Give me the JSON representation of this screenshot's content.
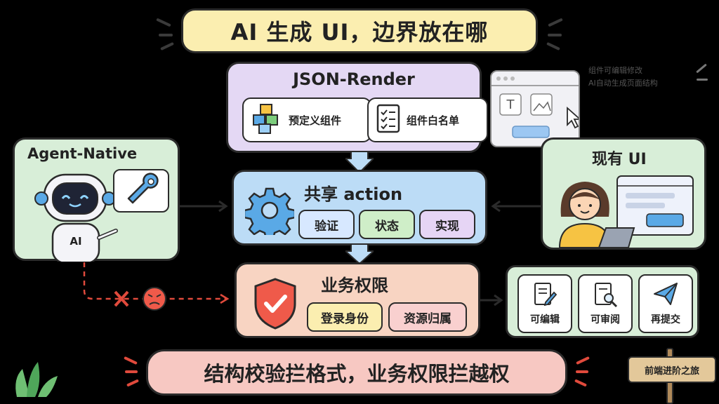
{
  "title": "AI 生成 UI，边界放在哪",
  "json_render": {
    "title": "JSON-Render",
    "chips": [
      "预定义组件",
      "组件白名单"
    ],
    "note_lines": [
      "组件可编辑修改",
      "AI自动生成页面结构"
    ]
  },
  "agent_native": {
    "title": "Agent-Native",
    "robot_label": "AI"
  },
  "existing_ui": {
    "title": "现有 UI"
  },
  "shared_action": {
    "title": "共享 action",
    "pills": [
      {
        "label": "验证",
        "color": "#d7e8ff"
      },
      {
        "label": "状态",
        "color": "#cfeec8"
      },
      {
        "label": "实现",
        "color": "#e6d5f5"
      }
    ]
  },
  "business_permission": {
    "title": "业务权限",
    "pills": [
      {
        "label": "登录身份",
        "color": "#fbeeb0"
      },
      {
        "label": "资源归属",
        "color": "#f9d0cf"
      }
    ]
  },
  "capabilities": [
    "可编辑",
    "可审阅",
    "再提交"
  ],
  "summary": "结构校验拦格式，业务权限拦越权",
  "signpost": "前端进阶之旅",
  "colors": {
    "purple_panel": "#e4d8f4",
    "blue_panel": "#bcdcf6",
    "green_panel": "#d8eed8",
    "salmon_panel": "#f8d4c2",
    "yellow_banner": "#fbeeb0",
    "pink_banner": "#f7c8c2"
  }
}
